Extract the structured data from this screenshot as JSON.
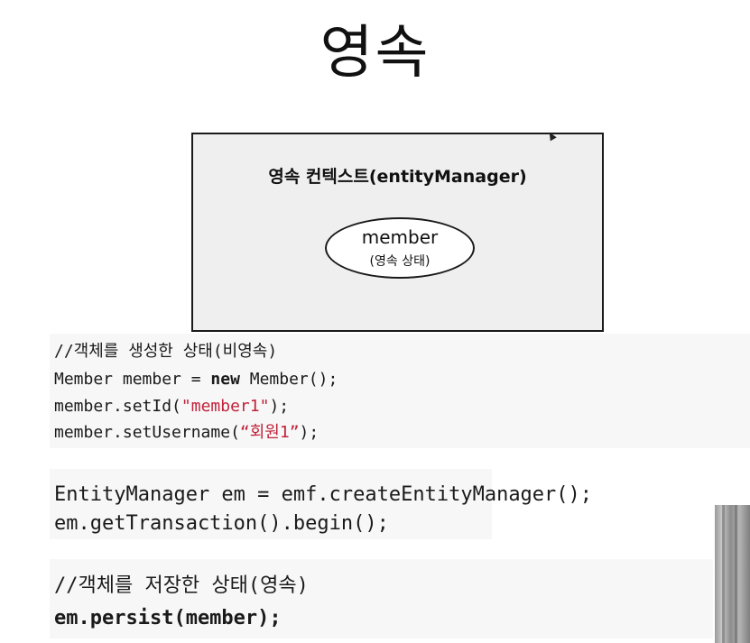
{
  "slide": {
    "title": "영속"
  },
  "diagram": {
    "context_label": "영속 컨텍스트(entityManager)",
    "entity_name": "member",
    "entity_state": "(영속 상태)"
  },
  "code": {
    "comment_create": "//객체를 생성한 상태(비영속)",
    "line_new_prefix": "Member member = ",
    "line_new_keyword": "new",
    "line_new_suffix": " Member();",
    "line_setid_prefix": "member.setId(",
    "line_setid_string": "\"member1\"",
    "line_setid_suffix": ");",
    "line_setusername_prefix": "member.setUsername(",
    "line_setusername_string": "“회원1”",
    "line_setusername_suffix": ");",
    "line_em": "EntityManager em = emf.createEntityManager();",
    "line_tx": "em.getTransaction().begin();",
    "comment_save": "//객체를 저장한 상태(영속)",
    "line_persist": "em.persist(member);"
  },
  "colors": {
    "string_literal": "#c0223a",
    "code_background": "#f7f7f7",
    "context_background": "#efefef"
  }
}
